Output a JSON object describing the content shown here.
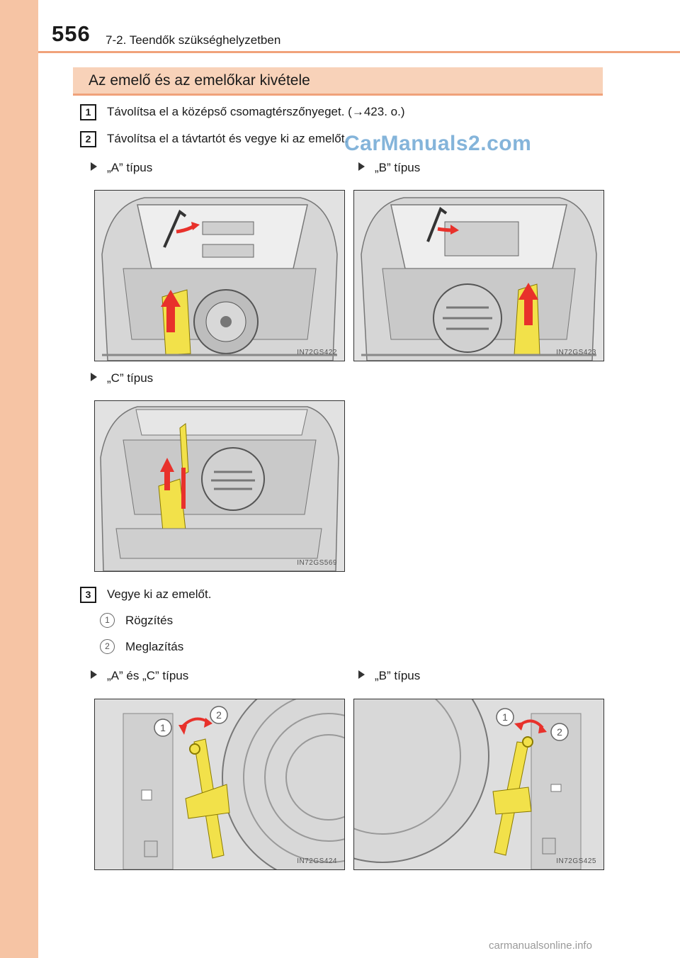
{
  "header": {
    "page_number": "556",
    "chapter": "7-2. Teendők szükséghelyzetben"
  },
  "section": {
    "title": "Az emelő és az emelőkar kivétele"
  },
  "steps": [
    {
      "number": "1",
      "text": "Távolítsa el a középső csomagtérszőnyeget. (→423. o.)"
    },
    {
      "number": "2",
      "text": "Távolítsa el a távtartót és vegye ki az emelőt."
    },
    {
      "number": "3",
      "text": "Vegye ki az emelőt."
    }
  ],
  "step3_items": [
    {
      "marker": "1",
      "text": "Rögzítés"
    },
    {
      "marker": "2",
      "text": "Meglazítás"
    }
  ],
  "type_labels": {
    "a": "„A” típus",
    "b": "„B” típus",
    "c": "„C” típus",
    "ac": "„A” és „C” típus",
    "b2": "„B” típus"
  },
  "figures": {
    "fig1": "IN72GS422",
    "fig2": "IN72GS423",
    "fig3": "IN72GS569",
    "fig4": "IN72GS424",
    "fig5": "IN72GS425"
  },
  "callouts": {
    "one": "1",
    "two": "2"
  },
  "watermark": "CarManuals2.com",
  "footer": "carmanualsonline.info",
  "colors": {
    "sidebar": "#f6c4a4",
    "accent_rule": "#f0a27a",
    "title_bar": "#f8d2b9",
    "arrow": "#e8312b",
    "jack": "#f2e14a"
  }
}
